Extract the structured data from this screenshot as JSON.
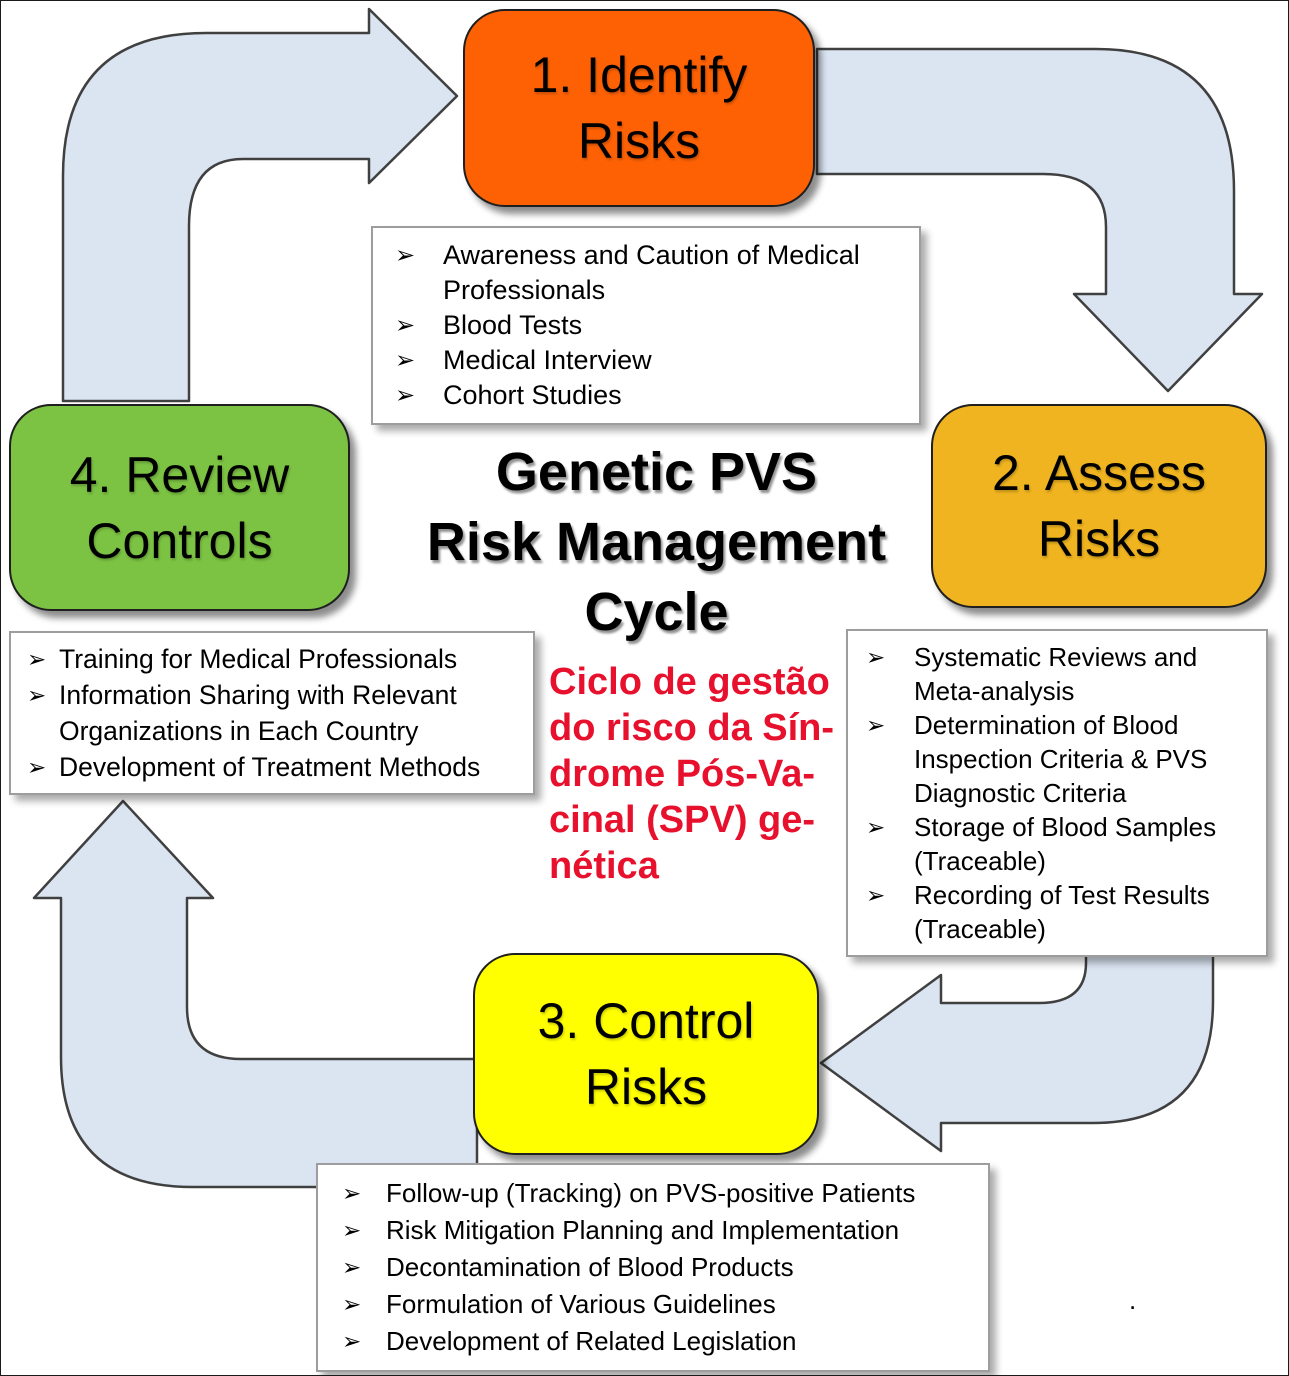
{
  "title": {
    "text": "Genetic PVS\nRisk Management\nCycle",
    "subtitle": "Ciclo de gestão\ndo risco da Sín-\ndrome Pós-Va-\ncinal (SPV) ge-\nnética",
    "subtitle_color": "#e8112d"
  },
  "icons": {
    "bullet": "➢"
  },
  "stages": {
    "identify": {
      "label": "1. Identify\nRisks",
      "fill": "#fd6104"
    },
    "assess": {
      "label": "2. Assess\nRisks",
      "fill": "#efb41f"
    },
    "control": {
      "label": "3. Control\nRisks",
      "fill": "#ffff00"
    },
    "review": {
      "label": "4. Review\nControls",
      "fill": "#7cc243"
    }
  },
  "panels": {
    "identify": {
      "items": [
        "Awareness and Caution of Medical Professionals",
        "Blood Tests",
        "Medical Interview",
        "Cohort Studies"
      ]
    },
    "assess": {
      "items": [
        "Systematic Reviews and Meta-analysis",
        "Determination of Blood Inspection Criteria & PVS Diagnostic Criteria",
        "Storage of Blood Samples (Traceable)",
        "Recording of Test Results (Traceable)"
      ]
    },
    "review": {
      "items": [
        "Training for Medical Professionals",
        "Information Sharing with Relevant Organizations in Each Country",
        "Development of Treatment Methods"
      ]
    },
    "control": {
      "items": [
        "Follow-up (Tracking) on PVS-positive Patients",
        "Risk Mitigation Planning and Implementation",
        "Decontamination of Blood Products",
        "Formulation of Various Guidelines",
        "Development of Related Legislation"
      ]
    }
  },
  "arrow_color": "#dbe5f2",
  "stray_mark": "."
}
